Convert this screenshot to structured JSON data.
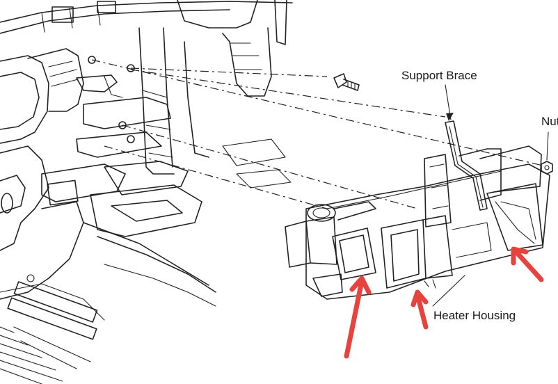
{
  "labels": {
    "support_brace": "Support Brace",
    "nut": "Nut",
    "heater_housing": "Heater Housing"
  },
  "colors": {
    "line": "#222222",
    "arrow": "#e8423f",
    "background": "#ffffff"
  }
}
